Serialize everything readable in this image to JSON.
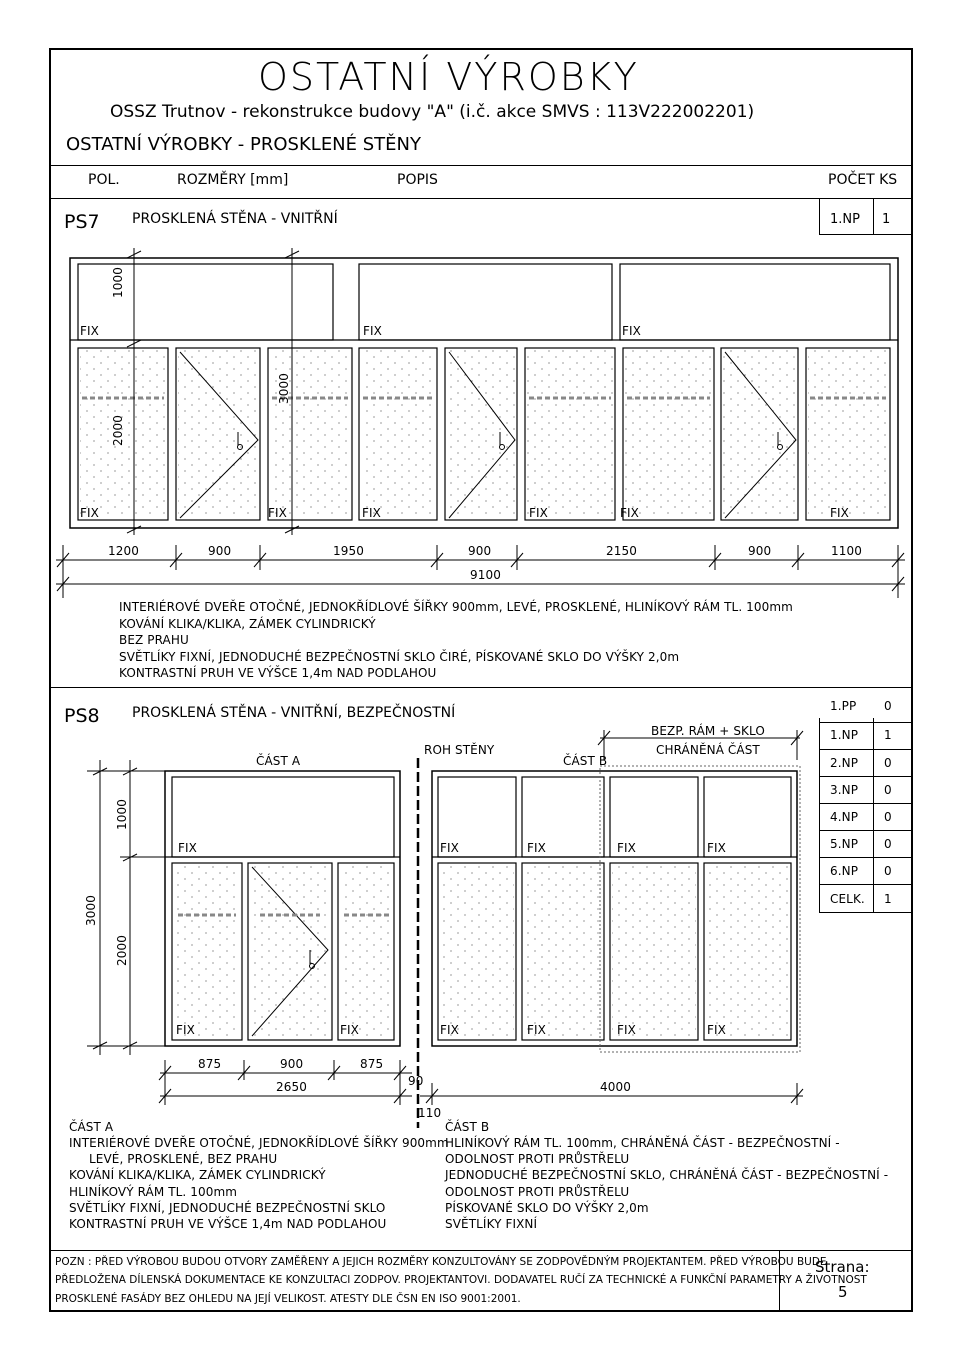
{
  "title": "OSTATNÍ VÝROBKY",
  "subtitle": "OSSZ Trutnov - rekonstrukce budovy \"A\" (i.č. akce SMVS : 113V222002201)",
  "section": "OSTATNÍ VÝROBKY - PROSKLENÉ STĚNY",
  "columns": {
    "pol": "POL.",
    "rozmery": "ROZMĚRY [mm]",
    "popis": "POPIS",
    "pocet": "POČET KS"
  },
  "ps7": {
    "code": "PS7",
    "name": "PROSKLENÁ STĚNA - VNITŘNÍ",
    "floor": "1.NP",
    "count": "1",
    "fix": "FIX",
    "dims": {
      "h_top": "1000",
      "h_total": "3000",
      "h_bottom": "2000",
      "widths": [
        "1200",
        "900",
        "1950",
        "900",
        "2150",
        "900",
        "1100"
      ],
      "total": "9100"
    },
    "desc": [
      "INTERIÉROVÉ DVEŘE OTOČNÉ, JEDNOKŘÍDLOVÉ ŠÍŘKY 900mm, LEVÉ, PROSKLENÉ, HLINÍKOVÝ RÁM TL. 100mm",
      "KOVÁNÍ KLIKA/KLIKA, ZÁMEK CYLINDRICKÝ",
      "BEZ PRAHU",
      "SVĚTLÍKY FIXNÍ, JEDNODUCHÉ BEZPEČNOSTNÍ SKLO ČIRÉ, PÍSKOVANÉ SKLO DO VÝŠKY 2,0m",
      "KONTRASTNÍ PRUH VE VÝŠCE 1,4m NAD PODLAHOU"
    ]
  },
  "ps8": {
    "code": "PS8",
    "name": "PROSKLENÁ STĚNA - VNITŘNÍ, BEZPEČNOSTNÍ",
    "counts": [
      {
        "floor": "1.PP",
        "n": "0"
      },
      {
        "floor": "1.NP",
        "n": "1"
      },
      {
        "floor": "2.NP",
        "n": "0"
      },
      {
        "floor": "3.NP",
        "n": "0"
      },
      {
        "floor": "4.NP",
        "n": "0"
      },
      {
        "floor": "5.NP",
        "n": "0"
      },
      {
        "floor": "6.NP",
        "n": "0"
      },
      {
        "floor": "CELK.",
        "n": "1"
      }
    ],
    "cast_a": "ČÁST A",
    "cast_b": "ČÁST B",
    "roh": "ROH STĚNY",
    "bezp1": "BEZP. RÁM + SKLO",
    "bezp2": "CHRÁNĚNÁ ČÁST",
    "fix": "FIX",
    "dims": {
      "h_top": "1000",
      "h_total": "3000",
      "h_bottom": "2000",
      "w_a": [
        "875",
        "900",
        "875"
      ],
      "total_a": "2650",
      "w_90": "90",
      "w_110": "110",
      "total_b": "4000"
    },
    "desc_a_title": "ČÁST A",
    "desc_a": [
      "INTERIÉROVÉ DVEŘE OTOČNÉ, JEDNOKŘÍDLOVÉ ŠÍŘKY 900mm",
      "LEVÉ, PROSKLENÉ, BEZ PRAHU",
      "KOVÁNÍ KLIKA/KLIKA, ZÁMEK CYLINDRICKÝ",
      "HLINÍKOVÝ RÁM TL. 100mm",
      "SVĚTLÍKY FIXNÍ, JEDNODUCHÉ BEZPEČNOSTNÍ SKLO",
      "KONTRASTNÍ PRUH VE VÝŠCE 1,4m NAD PODLAHOU"
    ],
    "desc_b_title": "ČÁST B",
    "desc_b": [
      "HLINÍKOVÝ RÁM TL. 100mm, CHRÁNĚNÁ ČÁST - BEZPEČNOSTNÍ -",
      "ODOLNOST PROTI PRŮSTŘELU",
      "JEDNODUCHÉ BEZPEČNOSTNÍ SKLO, CHRÁNĚNÁ ČÁST - BEZPEČNOSTNÍ -",
      "ODOLNOST PROTI PRŮSTŘELU",
      "PÍSKOVANÉ SKLO DO VÝŠKY 2,0m",
      "SVĚTLÍKY FIXNÍ"
    ]
  },
  "footer": {
    "note": [
      "POZN : PŘED VÝROBOU BUDOU OTVORY ZAMĚŘENY A JEJICH ROZMĚRY KONZULTOVÁNY SE ZODPOVĚDNÝM PROJEKTANTEM. PŘED VÝROBOU BUDE",
      "PŘEDLOŽENA DÍLENSKÁ DOKUMENTACE KE KONZULTACI ZODPOV. PROJEKTANTOVI. DODAVATEL RUČÍ ZA TECHNICKÉ A FUNKČNÍ PARAMETRY A ŽIVOTNOST",
      "PROSKLENÉ FASÁDY BEZ OHLEDU NA JEJÍ VELIKOST. ATESTY DLE ČSN EN ISO 9001:2001."
    ],
    "strana_label": "Strana:",
    "strana": "5"
  }
}
